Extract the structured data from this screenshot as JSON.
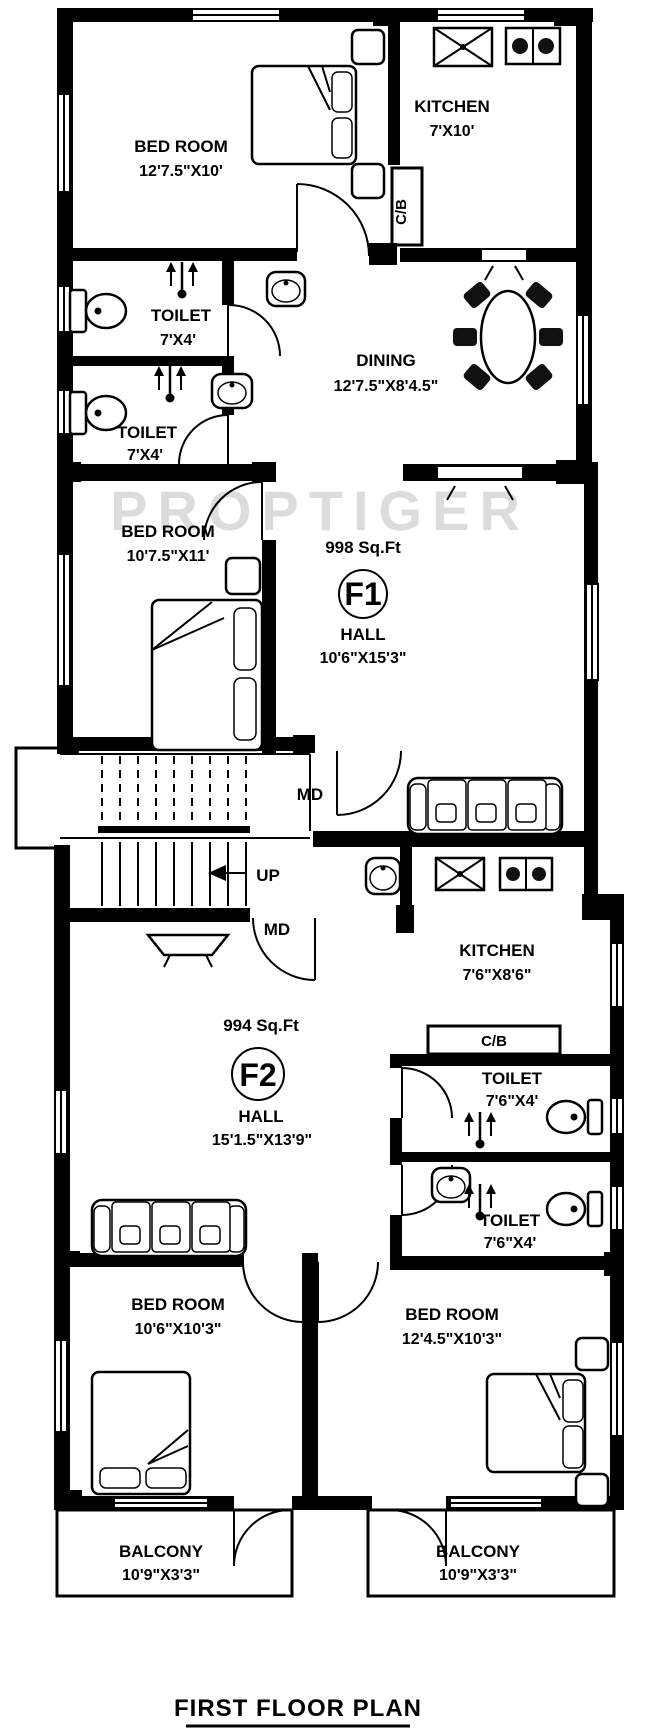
{
  "plan": {
    "title": "FIRST FLOOR PLAN",
    "watermark": "PROPTIGER",
    "labels": {
      "up": "UP",
      "md": "MD",
      "cb": "C/B"
    },
    "f1": {
      "area": "998 Sq.Ft",
      "unit": "F1",
      "hall": {
        "name": "HALL",
        "dims": "10'6\"X15'3\""
      },
      "bedroom_top": {
        "name": "BED ROOM",
        "dims": "12'7.5\"X10'"
      },
      "bedroom_mid": {
        "name": "BED ROOM",
        "dims": "10'7.5\"X11'"
      },
      "kitchen": {
        "name": "KITCHEN",
        "dims": "7'X10'"
      },
      "dining": {
        "name": "DINING",
        "dims": "12'7.5\"X8'4.5\""
      },
      "toilet_a": {
        "name": "TOILET",
        "dims": "7'X4'"
      },
      "toilet_b": {
        "name": "TOILET",
        "dims": "7'X4'"
      }
    },
    "f2": {
      "area": "994 Sq.Ft",
      "unit": "F2",
      "hall": {
        "name": "HALL",
        "dims": "15'1.5\"X13'9\""
      },
      "kitchen": {
        "name": "KITCHEN",
        "dims": "7'6\"X8'6\""
      },
      "toilet_a": {
        "name": "TOILET",
        "dims": "7'6\"X4'"
      },
      "toilet_b": {
        "name": "TOILET",
        "dims": "7'6\"X4'"
      },
      "bedroom_left": {
        "name": "BED ROOM",
        "dims": "10'6\"X10'3\""
      },
      "bedroom_right": {
        "name": "BED ROOM",
        "dims": "12'4.5\"X10'3\""
      },
      "balcony_left": {
        "name": "BALCONY",
        "dims": "10'9\"X3'3\""
      },
      "balcony_right": {
        "name": "BALCONY",
        "dims": "10'9\"X3'3\""
      }
    },
    "colors": {
      "ink": "#000000",
      "paper": "#ffffff",
      "watermark": "#dcdcdc"
    }
  }
}
